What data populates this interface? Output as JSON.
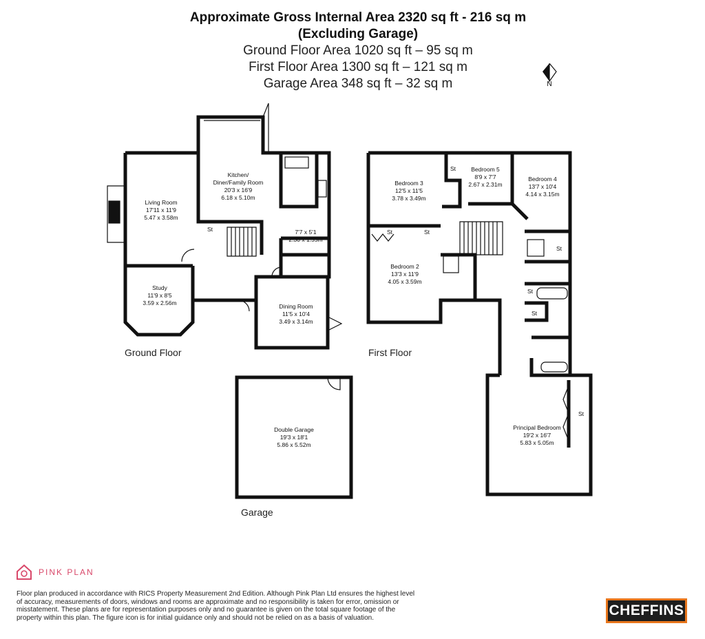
{
  "header": {
    "line1": "Approximate Gross Internal Area 2320 sq ft - 216 sq m",
    "line2": "(Excluding Garage)",
    "line3": "Ground Floor Area 1020 sq ft – 95 sq m",
    "line4": "First Floor Area 1300 sq ft – 121 sq m",
    "line5": "Garage Area 348 sq ft – 32 sq m"
  },
  "compass": {
    "label": "N",
    "icon": "north-arrow-icon"
  },
  "floors": {
    "ground": "Ground Floor",
    "first": "First Floor",
    "garage": "Garage"
  },
  "rooms": {
    "living": {
      "name": "Living Room",
      "imperial": "17'11 x 11'9",
      "metric": "5.47 x 3.58m"
    },
    "kitchen": {
      "name1": "Kitchen/",
      "name2": "Diner/Family Room",
      "imperial": "20'3 x 16'9",
      "metric": "6.18 x 5.10m"
    },
    "utility": {
      "imperial": "7'7 x 5'1",
      "metric": "2.30 x 1.55m"
    },
    "study": {
      "name": "Study",
      "imperial": "11'9 x 8'5",
      "metric": "3.59 x 2.56m"
    },
    "dining": {
      "name": "Dining Room",
      "imperial": "11'5 x 10'4",
      "metric": "3.49 x 3.14m"
    },
    "bed3": {
      "name": "Bedroom 3",
      "imperial": "12'5 x 11'5",
      "metric": "3.78 x 3.49m"
    },
    "bed5": {
      "name": "Bedroom 5",
      "imperial": "8'9 x 7'7",
      "metric": "2.67 x 2.31m"
    },
    "bed4": {
      "name": "Bedroom 4",
      "imperial": "13'7 x 10'4",
      "metric": "4.14 x 3.15m"
    },
    "bed2": {
      "name": "Bedroom 2",
      "imperial": "13'3 x 11'9",
      "metric": "4.05 x 3.59m"
    },
    "principal": {
      "name": "Principal Bedroom",
      "imperial": "19'2 x 16'7",
      "metric": "5.83 x 5.05m"
    },
    "garage": {
      "name": "Double Garage",
      "imperial": "19'3 x 18'1",
      "metric": "5.86 x 5.52m"
    }
  },
  "store_label": "St",
  "brand": {
    "name": "PINK PLAN",
    "color": "#d9486a",
    "icon": "house-logo-icon"
  },
  "agent": {
    "name": "CHEFFINS",
    "bg": "#1e1e1e",
    "border": "#e8761c"
  },
  "disclaimer": "Floor plan produced in accordance with RICS Property Measurement 2nd Edition. Although Pink Plan Ltd ensures the highest level of accuracy, measurements of doors, windows and rooms are approximate and no responsibility is taken for error, omission or misstatement. These plans are for representation purposes only and no guarantee is given on the total square footage of the property within this plan. The figure icon is for initial guidance only and should not be relied on as a basis of valuation."
}
